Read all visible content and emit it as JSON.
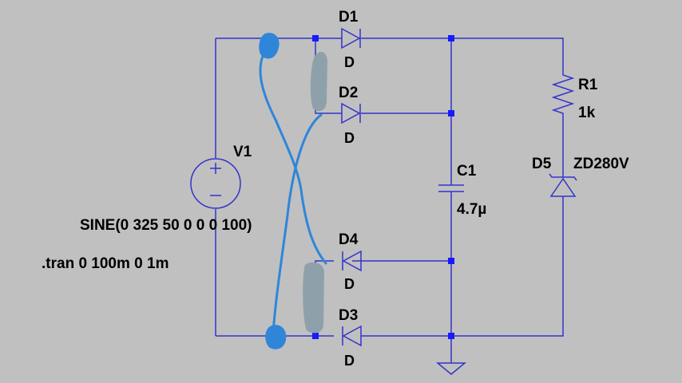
{
  "components": {
    "source": {
      "name": "V1",
      "value": "SINE(0 325 50 0 0 0 100)"
    },
    "directive": ".tran 0 100m 0 1m",
    "d1": {
      "name": "D1",
      "model": "D"
    },
    "d2": {
      "name": "D2",
      "model": "D"
    },
    "d3": {
      "name": "D3",
      "model": "D"
    },
    "d4": {
      "name": "D4",
      "model": "D"
    },
    "d5": {
      "name": "D5",
      "model": "ZD280V"
    },
    "c1": {
      "name": "C1",
      "value": "4.7µ"
    },
    "r1": {
      "name": "R1",
      "value": "1k"
    }
  },
  "symbols": {
    "plus": "+",
    "minus": "–"
  },
  "colors": {
    "background": "#c0c0c0",
    "wire": "#3333cc",
    "node": "#1a1aff",
    "annotation": "#2f86d8",
    "smudge": "#8ea1ab"
  }
}
